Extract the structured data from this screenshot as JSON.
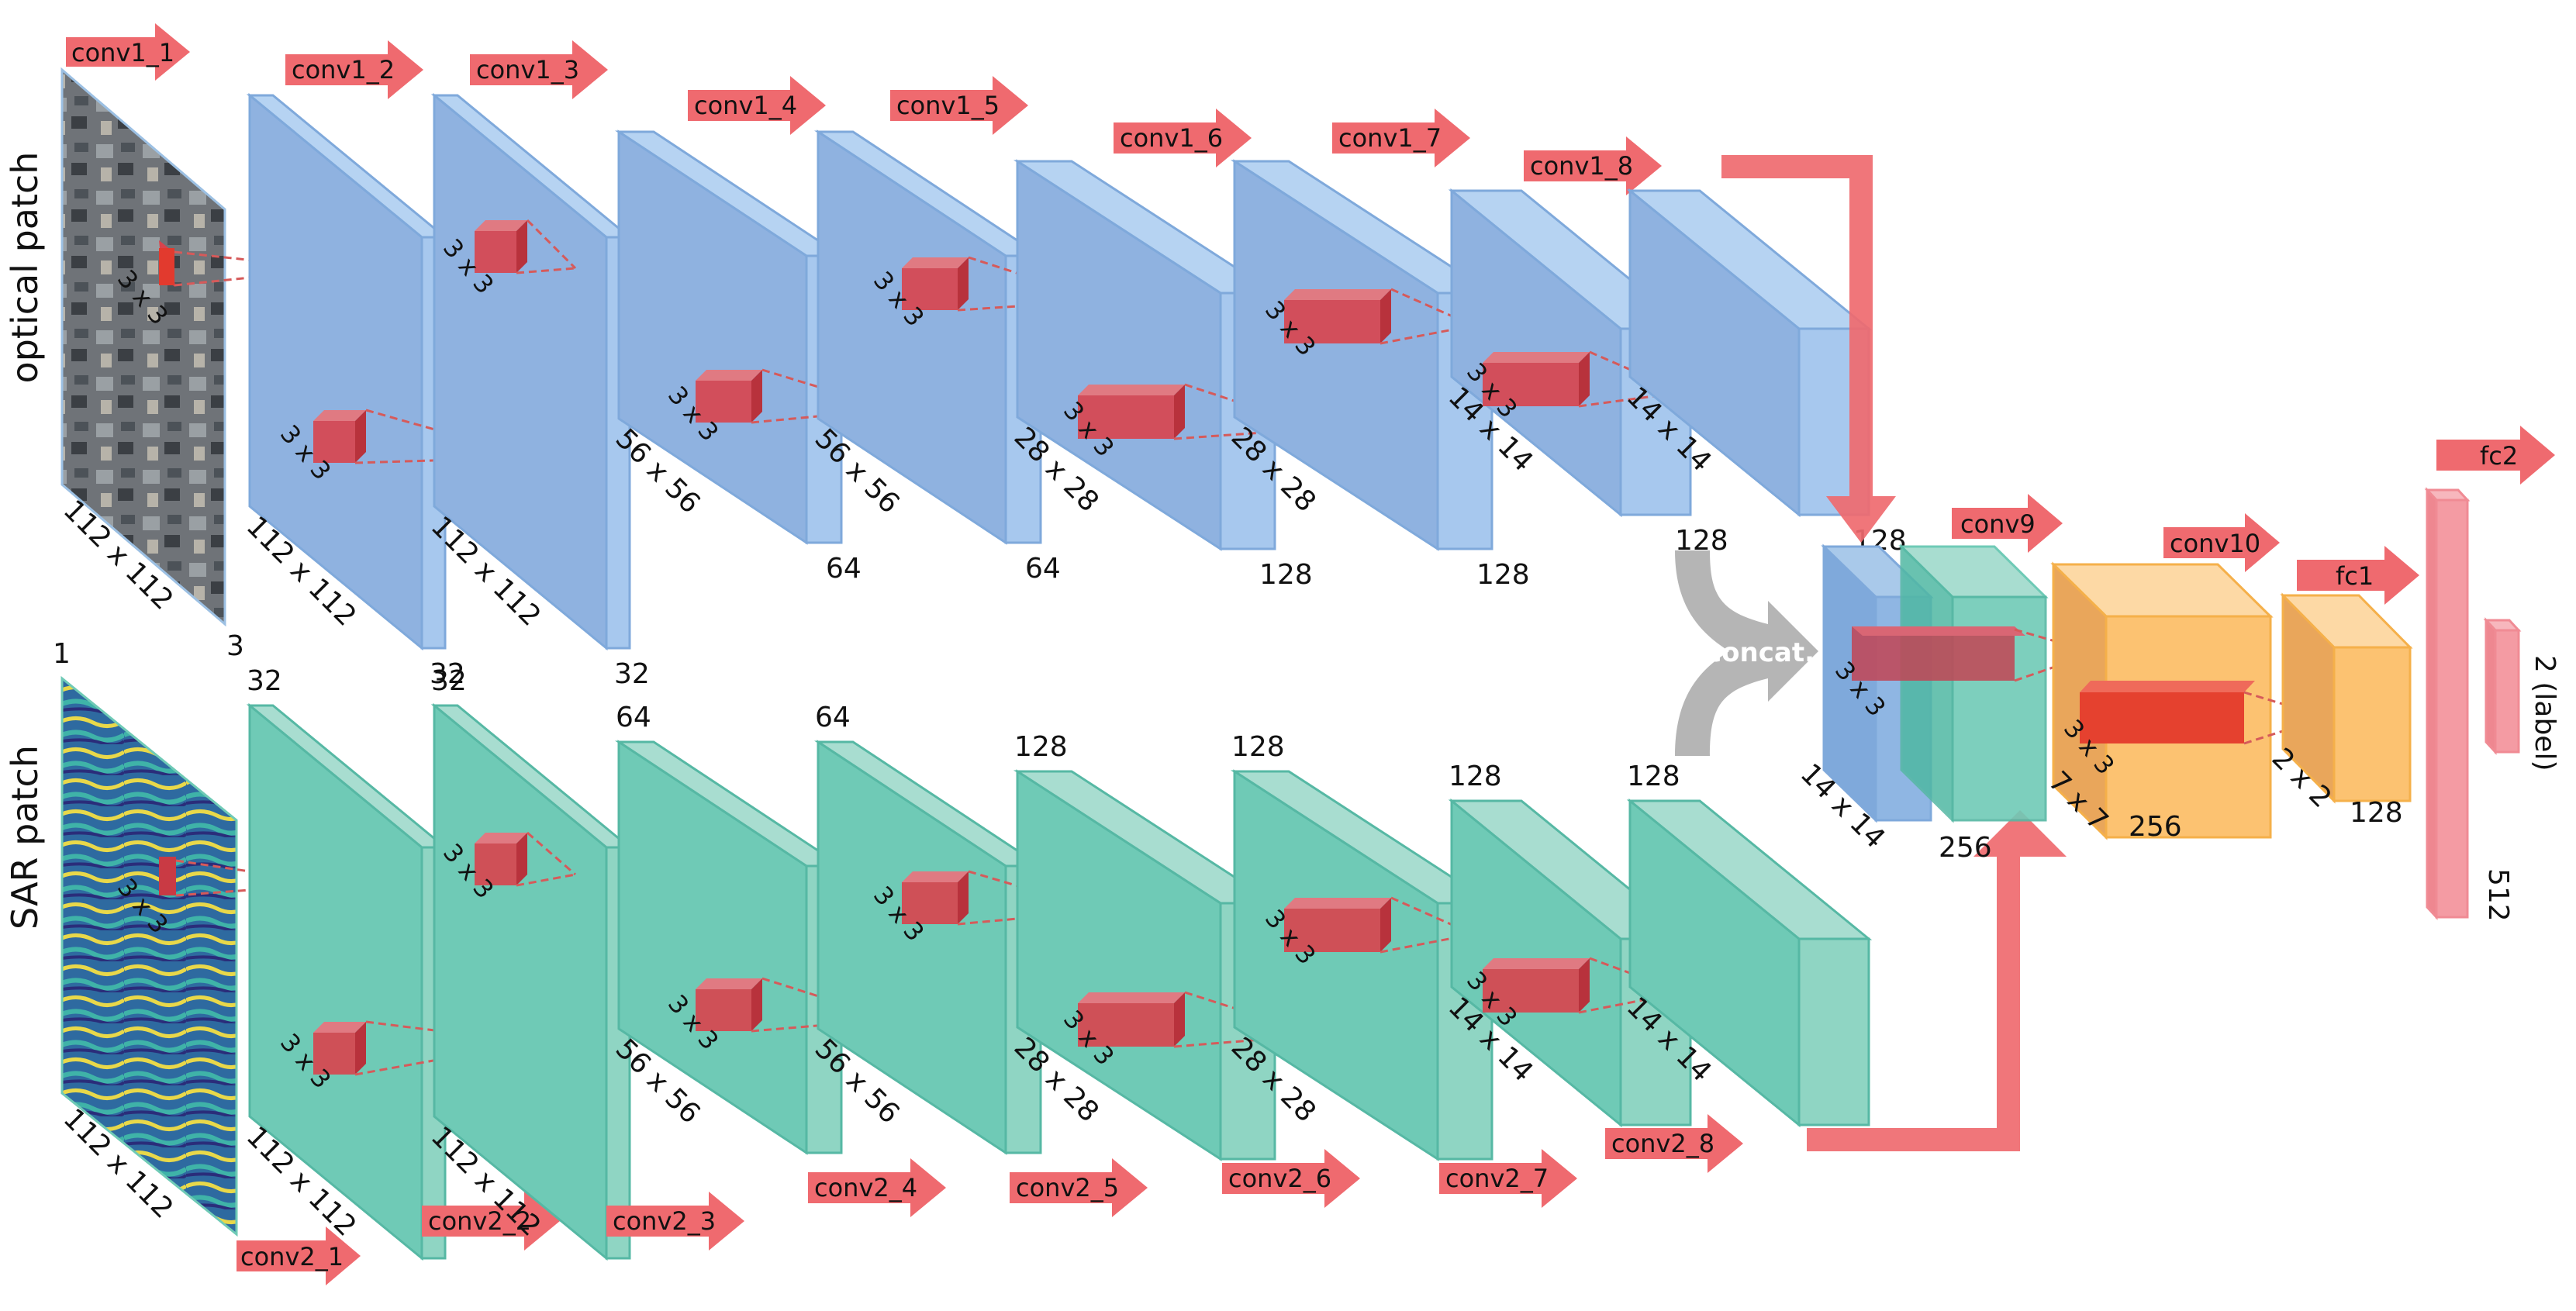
{
  "labels": {
    "optical_patch": "optical patch",
    "sar_patch": "SAR patch",
    "input_size": "112 x 112",
    "optical_channels": "3",
    "sar_channels": "1",
    "concat": "concat.",
    "label_output": "2 (label)"
  },
  "colors": {
    "optical": "#8fb6e3",
    "sar": "#6fcab6",
    "fused": "#fcc271",
    "fc": "#f49ba3",
    "arrow": "#ef6a6f",
    "kernel": "#d9434c",
    "kernel_bright": "#e5412f",
    "concat_arrow": "#b5b5b5"
  },
  "optical_branch": {
    "layers": [
      {
        "name": "conv1_2",
        "size": "112 x 112",
        "channels": "32",
        "kernel": "3 x 3"
      },
      {
        "name": "conv1_3",
        "size": "112 x 112",
        "channels": "32",
        "kernel": "3 x 3"
      },
      {
        "name": "conv1_4",
        "size": "56 x 56",
        "channels": "64",
        "kernel": "3 x 3"
      },
      {
        "name": "conv1_5",
        "size": "56 x 56",
        "channels": "64",
        "kernel": "3 x 3"
      },
      {
        "name": "conv1_6",
        "size": "28 x 28",
        "channels": "128",
        "kernel": "3 x 3"
      },
      {
        "name": "conv1_7",
        "size": "28 x 28",
        "channels": "128",
        "kernel": "3 x 3"
      },
      {
        "name": "conv1_8",
        "size": "14 x 14",
        "channels": "128",
        "kernel": "3 x 3"
      },
      {
        "name": "",
        "size": "14 x 14",
        "channels": "128",
        "kernel": ""
      }
    ],
    "first_conv": "conv1_1",
    "input_kernel": "3 x 3"
  },
  "sar_branch": {
    "layers": [
      {
        "name": "conv2_2",
        "size": "112 x 112",
        "channels": "32",
        "kernel": "3 x 3"
      },
      {
        "name": "conv2_3",
        "size": "112 x 112",
        "channels": "32",
        "kernel": "3 x 3"
      },
      {
        "name": "conv2_4",
        "size": "56 x 56",
        "channels": "64",
        "kernel": "3 x 3"
      },
      {
        "name": "conv2_5",
        "size": "56 x 56",
        "channels": "64",
        "kernel": "3 x 3"
      },
      {
        "name": "conv2_6",
        "size": "28 x 28",
        "channels": "128",
        "kernel": "3 x 3"
      },
      {
        "name": "conv2_7",
        "size": "28 x 28",
        "channels": "128",
        "kernel": "3 x 3"
      },
      {
        "name": "conv2_8",
        "size": "14 x 14",
        "channels": "128",
        "kernel": "3 x 3"
      },
      {
        "name": "",
        "size": "14 x 14",
        "channels": "128",
        "kernel": ""
      }
    ],
    "first_conv": "conv2_1",
    "input_kernel": "3 x 3"
  },
  "fusion": {
    "concat_block": {
      "size": "14 x 14",
      "channels": "256",
      "kernel": "3 x 3"
    },
    "conv9": "conv9",
    "conv9_block": {
      "size": "7 x 7",
      "channels": "256",
      "kernel": "3 x 3"
    },
    "conv10": "conv10",
    "conv10_block": {
      "size": "2 x 2",
      "channels": "128"
    },
    "fc1": "fc1",
    "fc1_units": "512",
    "fc2": "fc2"
  }
}
